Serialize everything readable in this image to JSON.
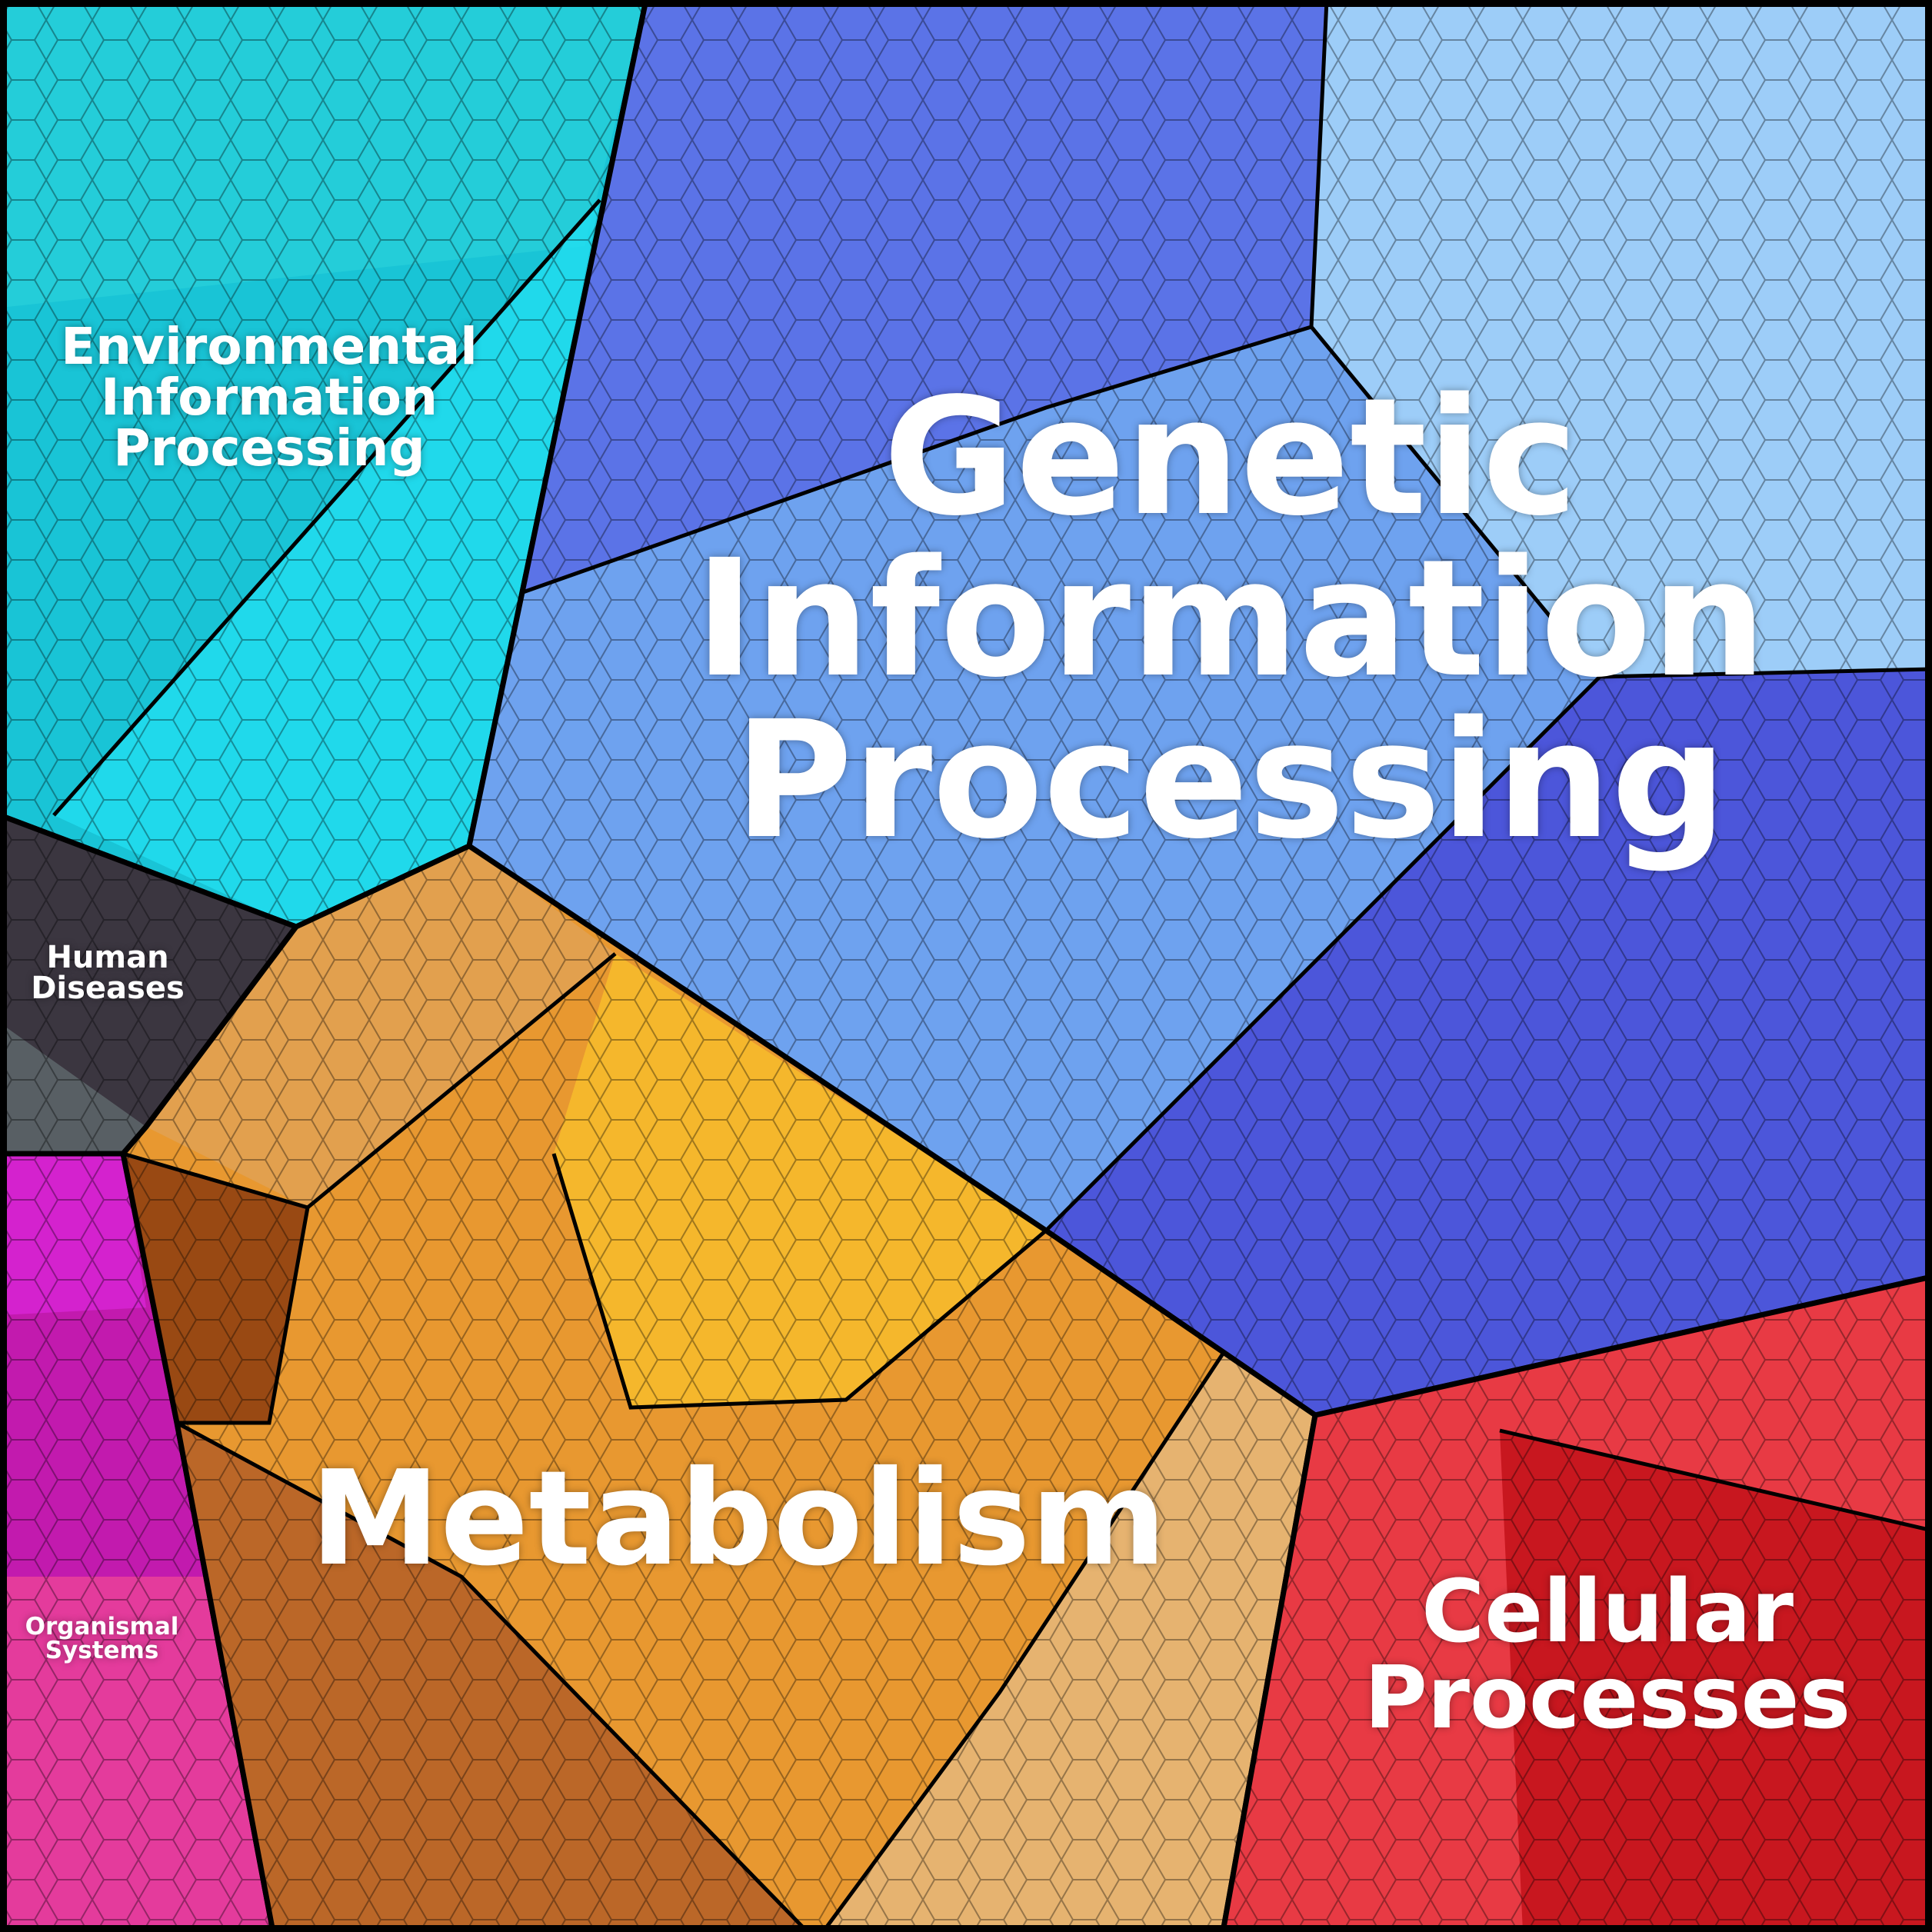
{
  "treemap": {
    "regions": [
      {
        "id": "environmental",
        "lines": [
          "Environmental",
          "Information",
          "Processing"
        ],
        "base_color": "#1ec8dc"
      },
      {
        "id": "genetic",
        "lines": [
          "Genetic",
          "Information",
          "Processing"
        ],
        "base_color": "#6f9ef0"
      },
      {
        "id": "human",
        "lines": [
          "Human",
          "Diseases"
        ],
        "base_color": "#3e3a44"
      },
      {
        "id": "organismal",
        "lines": [
          "Organismal",
          "Systems"
        ],
        "base_color": "#d41fb4"
      },
      {
        "id": "metabolism",
        "lines": [
          "Metabolism"
        ],
        "base_color": "#e89a2c"
      },
      {
        "id": "cellular",
        "lines": [
          "Cellular",
          "Processes"
        ],
        "base_color": "#e8333c"
      }
    ]
  }
}
